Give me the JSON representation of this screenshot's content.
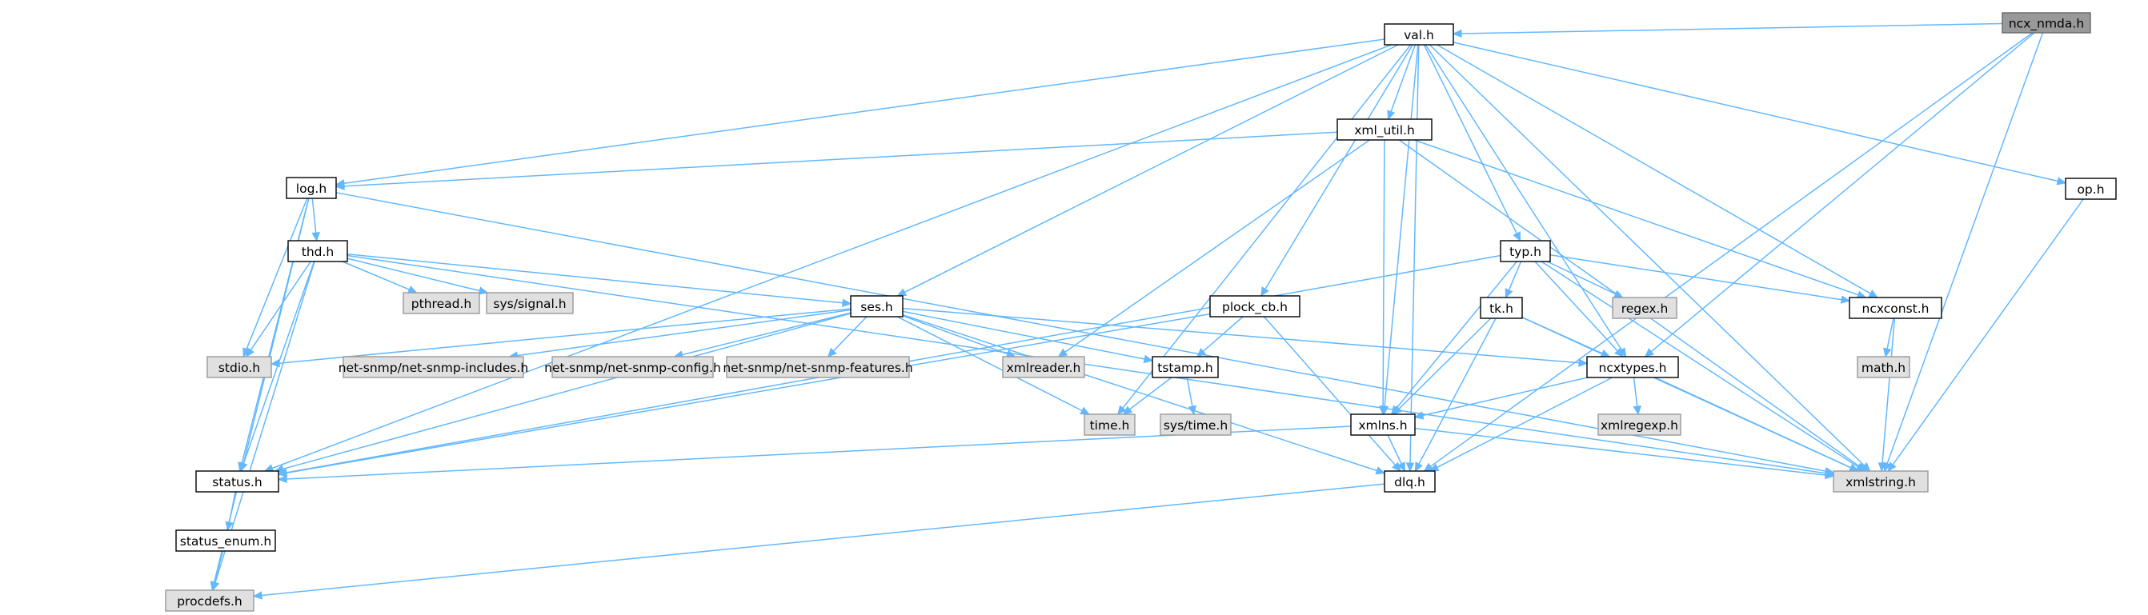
{
  "colors": {
    "edge": "#63b8ff",
    "node_fill": "#ffffff",
    "node_stroke": "#000000",
    "system_fill": "#e0e0e0",
    "system_stroke": "#999999",
    "root_fill": "#999999",
    "root_stroke": "#666666"
  },
  "nodes": [
    {
      "id": "ncx_nmda",
      "label": "ncx_nmda.h",
      "kind": "root"
    },
    {
      "id": "val",
      "label": "val.h",
      "kind": "file"
    },
    {
      "id": "xml_util",
      "label": "xml_util.h",
      "kind": "file"
    },
    {
      "id": "log",
      "label": "log.h",
      "kind": "file"
    },
    {
      "id": "op",
      "label": "op.h",
      "kind": "file"
    },
    {
      "id": "thd",
      "label": "thd.h",
      "kind": "file"
    },
    {
      "id": "typ",
      "label": "typ.h",
      "kind": "file"
    },
    {
      "id": "pthread",
      "label": "pthread.h",
      "kind": "system"
    },
    {
      "id": "signal",
      "label": "sys/signal.h",
      "kind": "system"
    },
    {
      "id": "plock_cb",
      "label": "plock_cb.h",
      "kind": "file"
    },
    {
      "id": "tk",
      "label": "tk.h",
      "kind": "file"
    },
    {
      "id": "regex",
      "label": "regex.h",
      "kind": "system"
    },
    {
      "id": "ncxconst",
      "label": "ncxconst.h",
      "kind": "file"
    },
    {
      "id": "ses",
      "label": "ses.h",
      "kind": "file"
    },
    {
      "id": "stdio",
      "label": "stdio.h",
      "kind": "system"
    },
    {
      "id": "netincl",
      "label": "net-snmp/net-snmp-includes.h",
      "kind": "system"
    },
    {
      "id": "netconf",
      "label": "net-snmp/net-snmp-config.h",
      "kind": "system"
    },
    {
      "id": "netfeat",
      "label": "net-snmp/net-snmp-features.h",
      "kind": "system"
    },
    {
      "id": "xmlreader",
      "label": "xmlreader.h",
      "kind": "system"
    },
    {
      "id": "tstamp",
      "label": "tstamp.h",
      "kind": "file"
    },
    {
      "id": "ncxtypes",
      "label": "ncxtypes.h",
      "kind": "file"
    },
    {
      "id": "math",
      "label": "math.h",
      "kind": "system"
    },
    {
      "id": "time",
      "label": "time.h",
      "kind": "system"
    },
    {
      "id": "systime",
      "label": "sys/time.h",
      "kind": "system"
    },
    {
      "id": "xmlns",
      "label": "xmlns.h",
      "kind": "file"
    },
    {
      "id": "xmlregexp",
      "label": "xmlregexp.h",
      "kind": "system"
    },
    {
      "id": "status",
      "label": "status.h",
      "kind": "file"
    },
    {
      "id": "dlq",
      "label": "dlq.h",
      "kind": "file"
    },
    {
      "id": "xmlstring",
      "label": "xmlstring.h",
      "kind": "system"
    },
    {
      "id": "status_enum",
      "label": "status_enum.h",
      "kind": "file"
    },
    {
      "id": "procdefs",
      "label": "procdefs.h",
      "kind": "system"
    }
  ],
  "edges": [
    [
      "ncx_nmda",
      "val"
    ],
    [
      "ncx_nmda",
      "ncxtypes"
    ],
    [
      "ncx_nmda",
      "dlq"
    ],
    [
      "ncx_nmda",
      "xmlstring"
    ],
    [
      "val",
      "xml_util"
    ],
    [
      "val",
      "log"
    ],
    [
      "val",
      "op"
    ],
    [
      "val",
      "typ"
    ],
    [
      "val",
      "plock_cb"
    ],
    [
      "val",
      "ncxconst"
    ],
    [
      "val",
      "ses"
    ],
    [
      "val",
      "time"
    ],
    [
      "val",
      "ncxtypes"
    ],
    [
      "val",
      "xmlns"
    ],
    [
      "val",
      "status"
    ],
    [
      "val",
      "dlq"
    ],
    [
      "val",
      "xmlstring"
    ],
    [
      "xml_util",
      "log"
    ],
    [
      "xml_util",
      "ncxconst"
    ],
    [
      "xml_util",
      "xmlreader"
    ],
    [
      "xml_util",
      "xmlns"
    ],
    [
      "xml_util",
      "xmlstring"
    ],
    [
      "log",
      "thd"
    ],
    [
      "log",
      "stdio"
    ],
    [
      "log",
      "status"
    ],
    [
      "log",
      "procdefs"
    ],
    [
      "log",
      "xmlstring"
    ],
    [
      "op",
      "xmlstring"
    ],
    [
      "thd",
      "pthread"
    ],
    [
      "thd",
      "signal"
    ],
    [
      "thd",
      "ses"
    ],
    [
      "thd",
      "stdio"
    ],
    [
      "thd",
      "status"
    ],
    [
      "thd",
      "procdefs"
    ],
    [
      "thd",
      "xmlstring"
    ],
    [
      "typ",
      "tk"
    ],
    [
      "typ",
      "regex"
    ],
    [
      "typ",
      "ncxconst"
    ],
    [
      "typ",
      "ncxtypes"
    ],
    [
      "typ",
      "xmlns"
    ],
    [
      "typ",
      "status"
    ],
    [
      "typ",
      "xmlstring"
    ],
    [
      "plock_cb",
      "tstamp"
    ],
    [
      "plock_cb",
      "status"
    ],
    [
      "plock_cb",
      "dlq"
    ],
    [
      "tk",
      "ncxtypes"
    ],
    [
      "tk",
      "xmlns"
    ],
    [
      "tk",
      "dlq"
    ],
    [
      "tk",
      "xmlstring"
    ],
    [
      "ncxconst",
      "math"
    ],
    [
      "ncxconst",
      "xmlstring"
    ],
    [
      "ses",
      "stdio"
    ],
    [
      "ses",
      "netincl"
    ],
    [
      "ses",
      "netconf"
    ],
    [
      "ses",
      "netfeat"
    ],
    [
      "ses",
      "xmlreader"
    ],
    [
      "ses",
      "tstamp"
    ],
    [
      "ses",
      "ncxtypes"
    ],
    [
      "ses",
      "time"
    ],
    [
      "ses",
      "status"
    ],
    [
      "ses",
      "dlq"
    ],
    [
      "tstamp",
      "time"
    ],
    [
      "tstamp",
      "systime"
    ],
    [
      "ncxtypes",
      "xmlns"
    ],
    [
      "ncxtypes",
      "xmlregexp"
    ],
    [
      "ncxtypes",
      "dlq"
    ],
    [
      "ncxtypes",
      "xmlstring"
    ],
    [
      "xmlns",
      "status"
    ],
    [
      "xmlns",
      "dlq"
    ],
    [
      "xmlns",
      "xmlstring"
    ],
    [
      "status",
      "status_enum"
    ],
    [
      "dlq",
      "procdefs"
    ],
    [
      "status_enum",
      "procdefs"
    ]
  ]
}
